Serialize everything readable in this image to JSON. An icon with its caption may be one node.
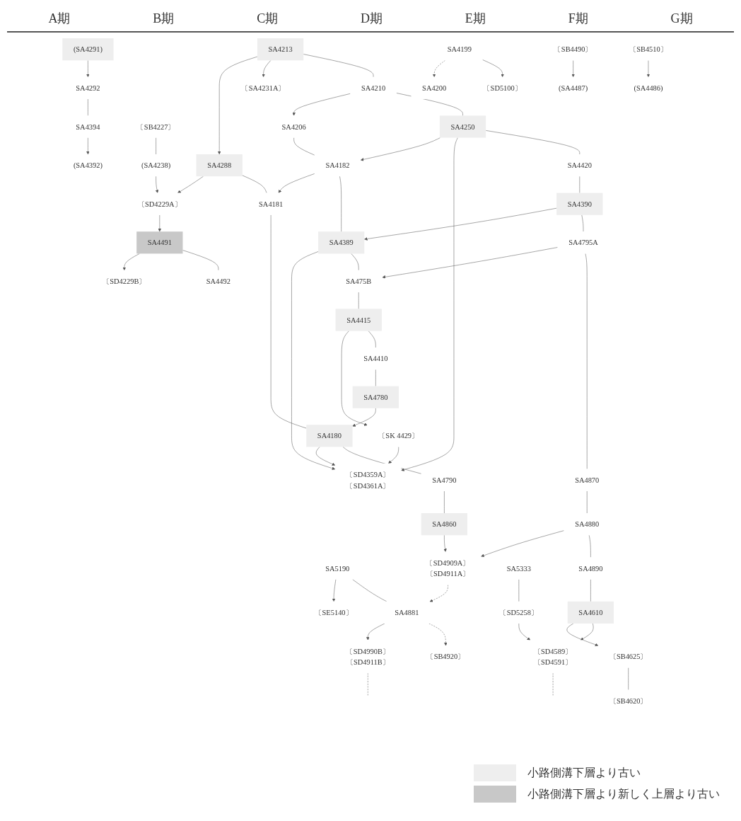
{
  "diagram": {
    "nodes": [
      {
        "text": [
          "(SA4291)"
        ]
      },
      {
        "text": [
          "SA4292"
        ]
      },
      {
        "text": [
          "SA4394"
        ]
      },
      {
        "text": [
          "(SA4392)"
        ]
      },
      {
        "text": [
          "〔SB4227〕"
        ]
      },
      {
        "text": [
          "(SA4238)"
        ]
      },
      {
        "text": [
          "〔SD4229A〕"
        ]
      },
      {
        "text": [
          "SA4491"
        ]
      },
      {
        "text": [
          "〔SD4229B〕"
        ]
      },
      {
        "text": [
          "SA4213"
        ]
      },
      {
        "text": [
          "SA4288"
        ]
      },
      {
        "text": [
          "〔SA4231A〕"
        ]
      },
      {
        "text": [
          "SA4492"
        ]
      },
      {
        "text": [
          "SA4210"
        ]
      },
      {
        "text": [
          "SA4206"
        ]
      },
      {
        "text": [
          "SA4250"
        ]
      },
      {
        "text": [
          "SA4182"
        ]
      },
      {
        "text": [
          "SA4181"
        ]
      },
      {
        "text": [
          "SA4420"
        ]
      },
      {
        "text": [
          "SA4390"
        ]
      },
      {
        "text": [
          "SA4389"
        ]
      },
      {
        "text": [
          "〔SD4359A〕",
          "〔SD4361A〕"
        ]
      },
      {
        "text": [
          "SA4795A"
        ]
      },
      {
        "text": [
          "SA475B"
        ]
      },
      {
        "text": [
          "SA4415"
        ]
      },
      {
        "text": [
          "〔SK 4429〕"
        ]
      },
      {
        "text": [
          "SA4870"
        ]
      },
      {
        "text": [
          "SA4410"
        ]
      },
      {
        "text": [
          "SA4180"
        ]
      },
      {
        "text": [
          "SA5190"
        ]
      },
      {
        "text": [
          "〔SE5140〕"
        ]
      },
      {
        "text": [
          "SA4780"
        ]
      },
      {
        "text": [
          "SA4790"
        ]
      },
      {
        "text": [
          "〔SD4909A〕",
          "〔SD4911A〕"
        ]
      },
      {
        "text": [
          "SA4881"
        ]
      },
      {
        "text": [
          "〔SD4990B〕",
          "〔SD4911B〕"
        ]
      },
      {
        "text": [
          "SA4880"
        ]
      },
      {
        "text": [
          "SA5333"
        ]
      },
      {
        "text": [
          "〔SB4920〕"
        ]
      },
      {
        "text": [
          "SA4890"
        ]
      },
      {
        "text": [
          "SA4860"
        ]
      },
      {
        "text": [
          "〔SD5258〕"
        ]
      },
      {
        "text": [
          "〔SD4589〕",
          "〔SD4591〕"
        ]
      },
      {
        "text": [
          "SA4610"
        ]
      },
      {
        "text": [
          "〔SB4625〕"
        ]
      },
      {
        "text": [
          "SA4199"
        ]
      },
      {
        "text": [
          "SA4200"
        ]
      },
      {
        "text": [
          "〔SB4620〕"
        ]
      },
      {
        "text": [
          "〔SD5100〕"
        ]
      },
      {
        "text": [
          "〔SB4490〕"
        ]
      },
      {
        "text": [
          "(SA4487)"
        ]
      },
      {
        "text": [
          "〔SB4510〕"
        ]
      },
      {
        "text": [
          "(SA4486)"
        ]
      }
    ],
    "edges": [
      {
        "from": 0,
        "to": 1,
        "arrow": "to"
      },
      {
        "from": 1,
        "to": 2,
        "arrow": "none"
      },
      {
        "from": 2,
        "to": 3,
        "arrow": "to"
      },
      {
        "from": 4,
        "to": 5,
        "arrow": "none"
      },
      {
        "from": 5,
        "to": 6,
        "arrow": "to"
      },
      {
        "from": 6,
        "to": 7,
        "arrow": "to"
      },
      {
        "from": 7,
        "to": 8,
        "arrow": "to"
      },
      {
        "from": 7,
        "to": 12,
        "arrow": "none"
      },
      {
        "from": 9,
        "to": 10,
        "arrow": "to"
      },
      {
        "from": 10,
        "to": 6,
        "arrow": "to"
      },
      {
        "from": 9,
        "to": 11,
        "arrow": "to"
      },
      {
        "from": 9,
        "to": 13,
        "arrow": "none"
      },
      {
        "from": 13,
        "to": 14,
        "arrow": "to"
      },
      {
        "from": 14,
        "to": 16,
        "arrow": "none"
      },
      {
        "from": 13,
        "to": 15,
        "arrow": "none"
      },
      {
        "from": 15,
        "to": 16,
        "arrow": "to"
      },
      {
        "from": 16,
        "to": 17,
        "arrow": "to"
      },
      {
        "from": 10,
        "to": 17,
        "arrow": "none"
      },
      {
        "from": 17,
        "to": 28,
        "arrow": "none"
      },
      {
        "from": 15,
        "to": 21,
        "arrow": "to"
      },
      {
        "from": 15,
        "to": 18,
        "arrow": "none"
      },
      {
        "from": 18,
        "to": 19,
        "arrow": "none"
      },
      {
        "from": 19,
        "to": 20,
        "arrow": "to"
      },
      {
        "from": 20,
        "to": 21,
        "arrow": "to"
      },
      {
        "from": 16,
        "to": 20,
        "arrow": "none"
      },
      {
        "from": 19,
        "to": 22,
        "arrow": "none"
      },
      {
        "from": 22,
        "to": 23,
        "arrow": "to"
      },
      {
        "from": 20,
        "to": 23,
        "arrow": "none"
      },
      {
        "from": 23,
        "to": 24,
        "arrow": "none"
      },
      {
        "from": 24,
        "to": 25,
        "arrow": "to"
      },
      {
        "from": 25,
        "to": 21,
        "arrow": "to"
      },
      {
        "from": 22,
        "to": 26,
        "arrow": "none"
      },
      {
        "from": 24,
        "to": 27,
        "arrow": "none"
      },
      {
        "from": 27,
        "to": 31,
        "arrow": "none"
      },
      {
        "from": 31,
        "to": 28,
        "arrow": "to"
      },
      {
        "from": 28,
        "to": 21,
        "arrow": "to"
      },
      {
        "from": 28,
        "to": 32,
        "arrow": "none"
      },
      {
        "from": 26,
        "to": 36,
        "arrow": "none"
      },
      {
        "from": 29,
        "to": 30,
        "arrow": "to"
      },
      {
        "from": 29,
        "to": 34,
        "arrow": "none"
      },
      {
        "from": 33,
        "to": 34,
        "arrow": "to",
        "style": "dashed"
      },
      {
        "from": 34,
        "to": 35,
        "arrow": "to"
      },
      {
        "from": 34,
        "to": 38,
        "arrow": "to",
        "style": "dashed"
      },
      {
        "from": 35,
        "to": null,
        "arrow": "none",
        "style": "dashed"
      },
      {
        "from": 36,
        "to": 33,
        "arrow": "to"
      },
      {
        "from": 32,
        "to": 40,
        "arrow": "none"
      },
      {
        "from": 40,
        "to": 33,
        "arrow": "to"
      },
      {
        "from": 37,
        "to": 41,
        "arrow": "none"
      },
      {
        "from": 36,
        "to": 39,
        "arrow": "none"
      },
      {
        "from": 41,
        "to": 42,
        "arrow": "to"
      },
      {
        "from": 42,
        "to": null,
        "arrow": "none",
        "style": "dashed"
      },
      {
        "from": 39,
        "to": 43,
        "arrow": "none"
      },
      {
        "from": 43,
        "to": 44,
        "arrow": "to"
      },
      {
        "from": 43,
        "to": 42,
        "arrow": "to"
      },
      {
        "from": 44,
        "to": 47,
        "arrow": "none"
      },
      {
        "from": 45,
        "to": 46,
        "arrow": "to",
        "style": "dashed"
      },
      {
        "from": 45,
        "to": 48,
        "arrow": "to"
      },
      {
        "from": 49,
        "to": 50,
        "arrow": "to"
      },
      {
        "from": 51,
        "to": 52,
        "arrow": "to"
      }
    ],
    "labels": [
      "A期",
      "B期",
      "C期",
      "D期",
      "E期",
      "F期",
      "G期"
    ],
    "legend": [
      {
        "text": "小路側溝下層より古い",
        "color": "#eeeeee"
      },
      {
        "text": "小路側溝下層より新しく上層より古い",
        "color": "#c8c8c8"
      }
    ]
  }
}
